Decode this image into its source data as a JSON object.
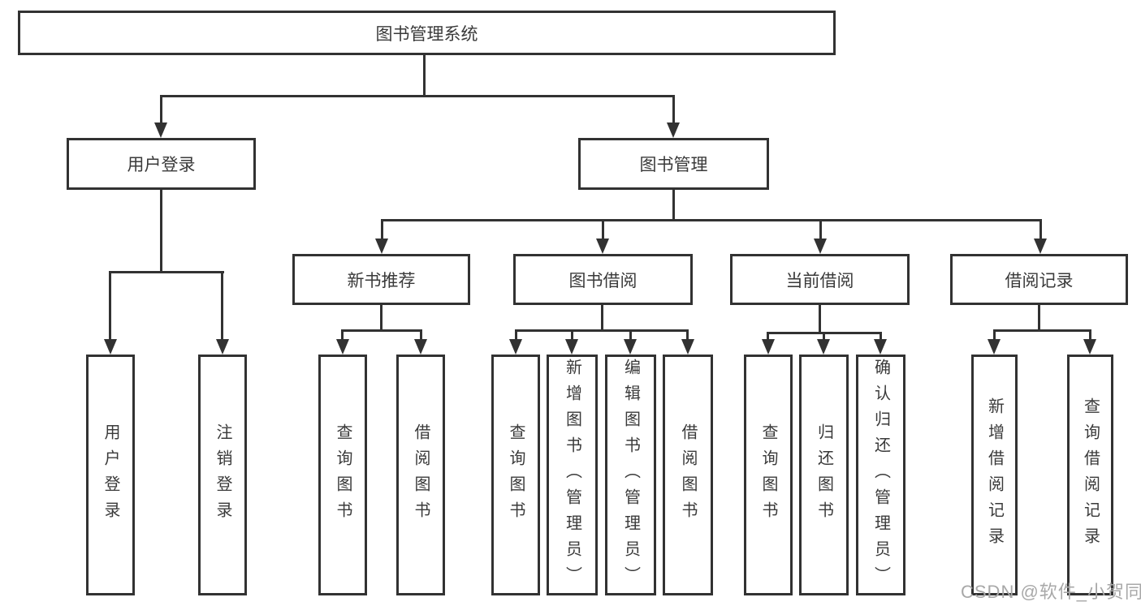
{
  "diagram": {
    "title": "图书管理系统",
    "watermark": "CSDN @软件_小贺同学",
    "colors": {
      "line": "#323232",
      "text": "#3a3a3a",
      "watermark": "#a8a8a8",
      "background": "#ffffff"
    },
    "nodes": [
      {
        "label": "图书管理系统",
        "level": 1,
        "parent": null
      },
      {
        "label": "用户登录",
        "level": 2,
        "parent": 0
      },
      {
        "label": "图书管理",
        "level": 2,
        "parent": 0
      },
      {
        "label": "新书推荐",
        "level": 3,
        "parent": 2
      },
      {
        "label": "图书借阅",
        "level": 3,
        "parent": 2
      },
      {
        "label": "当前借阅",
        "level": 3,
        "parent": 2
      },
      {
        "label": "借阅记录",
        "level": 3,
        "parent": 2
      },
      {
        "label": "用户登录",
        "level": 4,
        "parent": 1
      },
      {
        "label": "注销登录",
        "level": 4,
        "parent": 1
      },
      {
        "label": "查询图书",
        "level": 4,
        "parent": 3
      },
      {
        "label": "借阅图书",
        "level": 4,
        "parent": 3
      },
      {
        "label": "查询图书",
        "level": 4,
        "parent": 4
      },
      {
        "label": "新增图书（管理员）",
        "level": 4,
        "parent": 4
      },
      {
        "label": "编辑图书（管理员）",
        "level": 4,
        "parent": 4
      },
      {
        "label": "借阅图书",
        "level": 4,
        "parent": 4
      },
      {
        "label": "查询图书",
        "level": 4,
        "parent": 5
      },
      {
        "label": "归还图书",
        "level": 4,
        "parent": 5
      },
      {
        "label": "确认归还（管理员）",
        "level": 4,
        "parent": 5
      },
      {
        "label": "新增借阅记录",
        "level": 4,
        "parent": 6
      },
      {
        "label": "查询借阅记录",
        "level": 4,
        "parent": 6
      }
    ]
  }
}
